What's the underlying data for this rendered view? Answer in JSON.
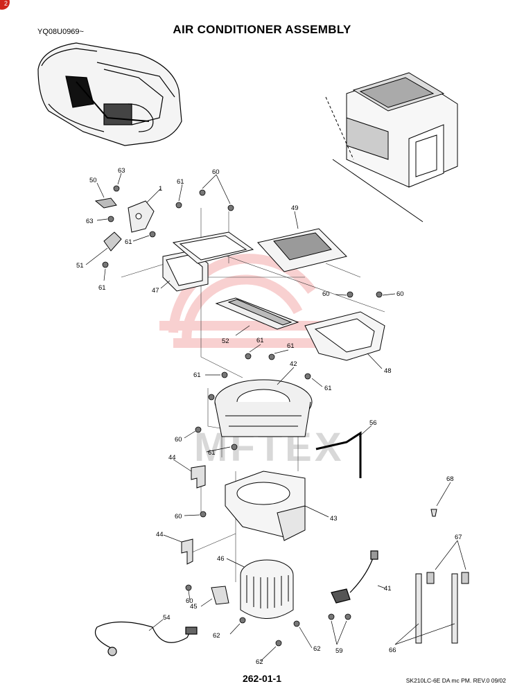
{
  "header": {
    "model_code": "YQ08U0969~",
    "title": "AIR CONDITIONER ASSEMBLY"
  },
  "footer": {
    "page_number": "262-01-1",
    "doc_ref": "SK210LC-6E DA mc PM.  REV.0 09/02"
  },
  "corner_badge": "2",
  "watermark": {
    "text": "MFTEX",
    "color": "#e85a5a"
  },
  "callouts": {
    "c1": "1",
    "c41": "41",
    "c42": "42",
    "c43": "43",
    "c44a": "44",
    "c44b": "44",
    "c45": "45",
    "c46": "46",
    "c47": "47",
    "c48": "48",
    "c49": "49",
    "c50": "50",
    "c51": "51",
    "c52": "52",
    "c54": "54",
    "c56": "56",
    "c59": "59",
    "c60a": "60",
    "c60b": "60",
    "c60c": "60",
    "c60d": "60",
    "c60e": "60",
    "c60f": "60",
    "c61a": "61",
    "c61b": "61",
    "c61c": "61",
    "c61d": "61",
    "c61e": "61",
    "c61f": "61",
    "c61g": "61",
    "c61h": "61",
    "c62a": "62",
    "c62b": "62",
    "c62c": "62",
    "c63a": "63",
    "c63b": "63",
    "c66": "66",
    "c67": "67",
    "c68": "68"
  }
}
